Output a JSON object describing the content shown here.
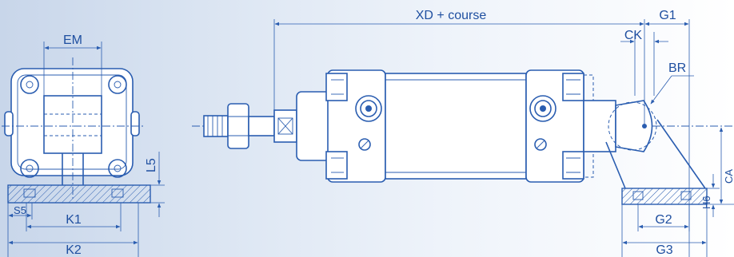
{
  "labels": {
    "em": "EM",
    "l5": "L5",
    "s5": "S5",
    "k1": "K1",
    "k2": "K2",
    "xd_course": "XD + course",
    "g1": "G1",
    "ck": "CK",
    "br": "BR",
    "ca": "CA",
    "h6": "H6",
    "g2": "G2",
    "g3": "G3"
  },
  "colors": {
    "line": "#2a5db0",
    "text": "#1f4fa0",
    "background_left": "#c8d6ea",
    "background_right": "#ffffff"
  }
}
